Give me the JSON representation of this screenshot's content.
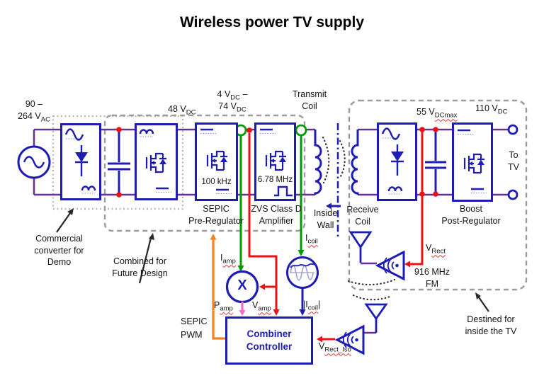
{
  "title": "Wireless power TV supply",
  "colors": {
    "blue": "#1d1db5",
    "purple": "#6a2f96",
    "green": "#009b00",
    "red": "#ee1111",
    "orange": "#ef8322",
    "pink": "#ef6fc4",
    "grey": "#9c9c9c",
    "ink": "#1a1a1a",
    "trace": "#9aa0d6",
    "env": "#2a2ac0"
  },
  "labels": {
    "ac_range": [
      {
        "t": "90 –"
      },
      {
        "br": true
      },
      {
        "t": "264 V"
      },
      {
        "s": "AC"
      }
    ],
    "v48": [
      {
        "t": "48 V"
      },
      {
        "s": "DC"
      }
    ],
    "v4_74": [
      {
        "t": "4 V"
      },
      {
        "s": "DC"
      },
      {
        "t": " –"
      },
      {
        "br": true
      },
      {
        "t": "74 V"
      },
      {
        "s": "DC"
      }
    ],
    "transmit_coil": [
      {
        "t": "Transmit"
      },
      {
        "br": true
      },
      {
        "t": "Coil"
      }
    ],
    "v55": [
      {
        "t": "55 V"
      },
      {
        "s": "DCmax",
        "sq": true
      }
    ],
    "v110": [
      {
        "t": "110 V"
      },
      {
        "s": "DC"
      }
    ],
    "to_tv": [
      {
        "t": "To"
      },
      {
        "br": true
      },
      {
        "t": "TV"
      }
    ],
    "receive_coil": [
      {
        "t": "Receive"
      },
      {
        "br": true
      },
      {
        "t": "Coil"
      }
    ],
    "inside_wall": [
      {
        "t": "Inside"
      },
      {
        "br": true
      },
      {
        "t": "Wall"
      }
    ]
  },
  "blocks": {
    "sepic": {
      "freq": "100 kHz",
      "label": [
        {
          "t": "SEPIC"
        },
        {
          "br": true
        },
        {
          "t": "Pre-Regulator"
        }
      ]
    },
    "zvs": {
      "freq": "6.78 MHz",
      "label": [
        {
          "t": "ZVS Class D"
        },
        {
          "br": true
        },
        {
          "t": "Amplifier"
        }
      ]
    },
    "boost": {
      "label": [
        {
          "t": "Boost"
        },
        {
          "br": true
        },
        {
          "t": "Post-Regulator"
        }
      ]
    }
  },
  "annotations": {
    "commercial": [
      {
        "t": "Commercial"
      },
      {
        "br": true
      },
      {
        "t": "converter for"
      },
      {
        "br": true
      },
      {
        "t": "Demo"
      }
    ],
    "combined": [
      {
        "t": "Combined for"
      },
      {
        "br": true
      },
      {
        "t": "Future Design"
      }
    ],
    "destined": [
      {
        "t": "Destined for"
      },
      {
        "br": true
      },
      {
        "t": "inside the TV"
      }
    ]
  },
  "signals": {
    "i_amp": [
      {
        "t": "I"
      },
      {
        "s": "amp",
        "sq": true
      }
    ],
    "v_amp": [
      {
        "t": "V"
      },
      {
        "s": "amp",
        "sq": true
      }
    ],
    "p_amp": [
      {
        "t": "P"
      },
      {
        "s": "amp",
        "sq": true
      }
    ],
    "i_coil": [
      {
        "t": "I"
      },
      {
        "s": "coil",
        "sq": true
      }
    ],
    "abs_i_coil": [
      {
        "t": "|I"
      },
      {
        "s": "coil",
        "sq": true
      },
      {
        "t": "|"
      }
    ],
    "v_rect": [
      {
        "t": "V"
      },
      {
        "s": "Rect",
        "sq": true
      }
    ],
    "v_rect_iso": [
      {
        "t": "V"
      },
      {
        "s": "Rect_Iso",
        "sq": true
      }
    ],
    "sepic_pwm": [
      {
        "t": "SEPIC"
      },
      {
        "br": true
      },
      {
        "t": "PWM"
      }
    ],
    "rf_916": [
      {
        "t": "916 MHz"
      },
      {
        "br": true
      },
      {
        "t": "FM"
      }
    ],
    "multiplier": "X"
  },
  "combiner": [
    {
      "t": "Combiner"
    },
    {
      "br": true
    },
    {
      "t": "Controller"
    }
  ]
}
